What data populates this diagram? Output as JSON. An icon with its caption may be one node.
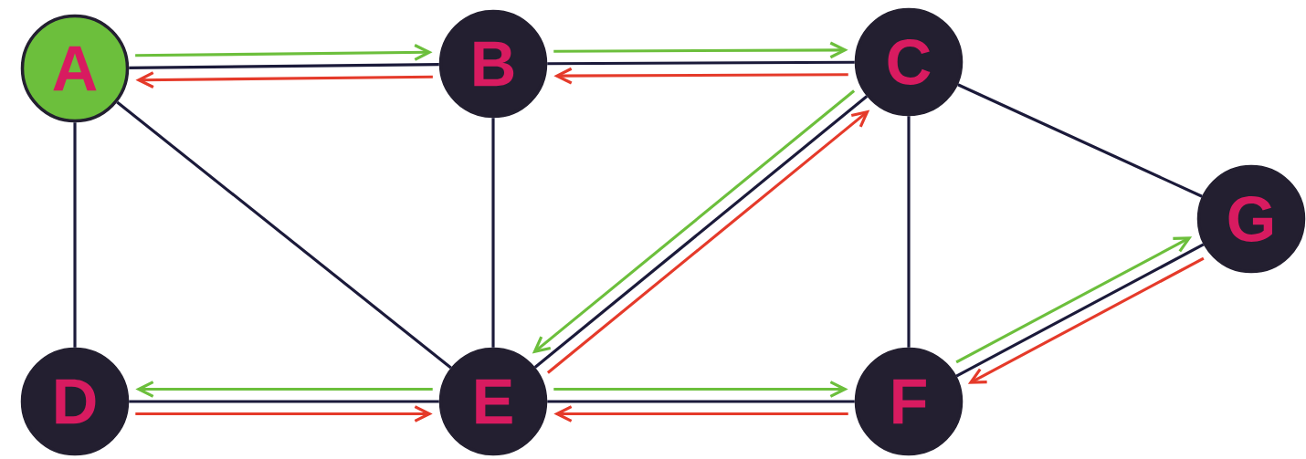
{
  "diagram": {
    "nodes": [
      {
        "text": [
          "A"
        ]
      },
      {
        "text": [
          "B"
        ]
      },
      {
        "text": [
          "C"
        ]
      },
      {
        "text": [
          "G"
        ]
      },
      {
        "text": [
          "D"
        ]
      },
      {
        "text": [
          "E"
        ]
      },
      {
        "text": [
          "F"
        ]
      }
    ],
    "edges": [
      {
        "from": 0,
        "to": 1,
        "arrow": "none"
      },
      {
        "from": 1,
        "to": 2,
        "arrow": "none"
      },
      {
        "from": 2,
        "to": 3,
        "arrow": "none"
      },
      {
        "from": 0,
        "to": 4,
        "arrow": "none"
      },
      {
        "from": 0,
        "to": 5,
        "arrow": "none"
      },
      {
        "from": 1,
        "to": 5,
        "arrow": "none"
      },
      {
        "from": 2,
        "to": 5,
        "arrow": "none"
      },
      {
        "from": 2,
        "to": 6,
        "arrow": "none"
      },
      {
        "from": 4,
        "to": 5,
        "arrow": "none"
      },
      {
        "from": 5,
        "to": 6,
        "arrow": "none"
      },
      {
        "from": 6,
        "to": 3,
        "arrow": "none"
      },
      {
        "from": 0,
        "to": 1,
        "arrow": "to",
        "color": "#6cbf3c"
      },
      {
        "from": 1,
        "to": 2,
        "arrow": "to",
        "color": "#6cbf3c"
      },
      {
        "from": 2,
        "to": 5,
        "arrow": "to",
        "color": "#6cbf3c"
      },
      {
        "from": 5,
        "to": 4,
        "arrow": "to",
        "color": "#6cbf3c"
      },
      {
        "from": 5,
        "to": 6,
        "arrow": "to",
        "color": "#6cbf3c"
      },
      {
        "from": 6,
        "to": 3,
        "arrow": "to",
        "color": "#6cbf3c"
      },
      {
        "from": 1,
        "to": 0,
        "arrow": "to",
        "color": "#e53a2a"
      },
      {
        "from": 2,
        "to": 1,
        "arrow": "to",
        "color": "#e53a2a"
      },
      {
        "from": 5,
        "to": 2,
        "arrow": "to",
        "color": "#e53a2a"
      },
      {
        "from": 4,
        "to": 5,
        "arrow": "to",
        "color": "#e53a2a"
      },
      {
        "from": 6,
        "to": 5,
        "arrow": "to",
        "color": "#e53a2a"
      },
      {
        "from": 3,
        "to": 6,
        "arrow": "to",
        "color": "#e53a2a"
      }
    ]
  }
}
